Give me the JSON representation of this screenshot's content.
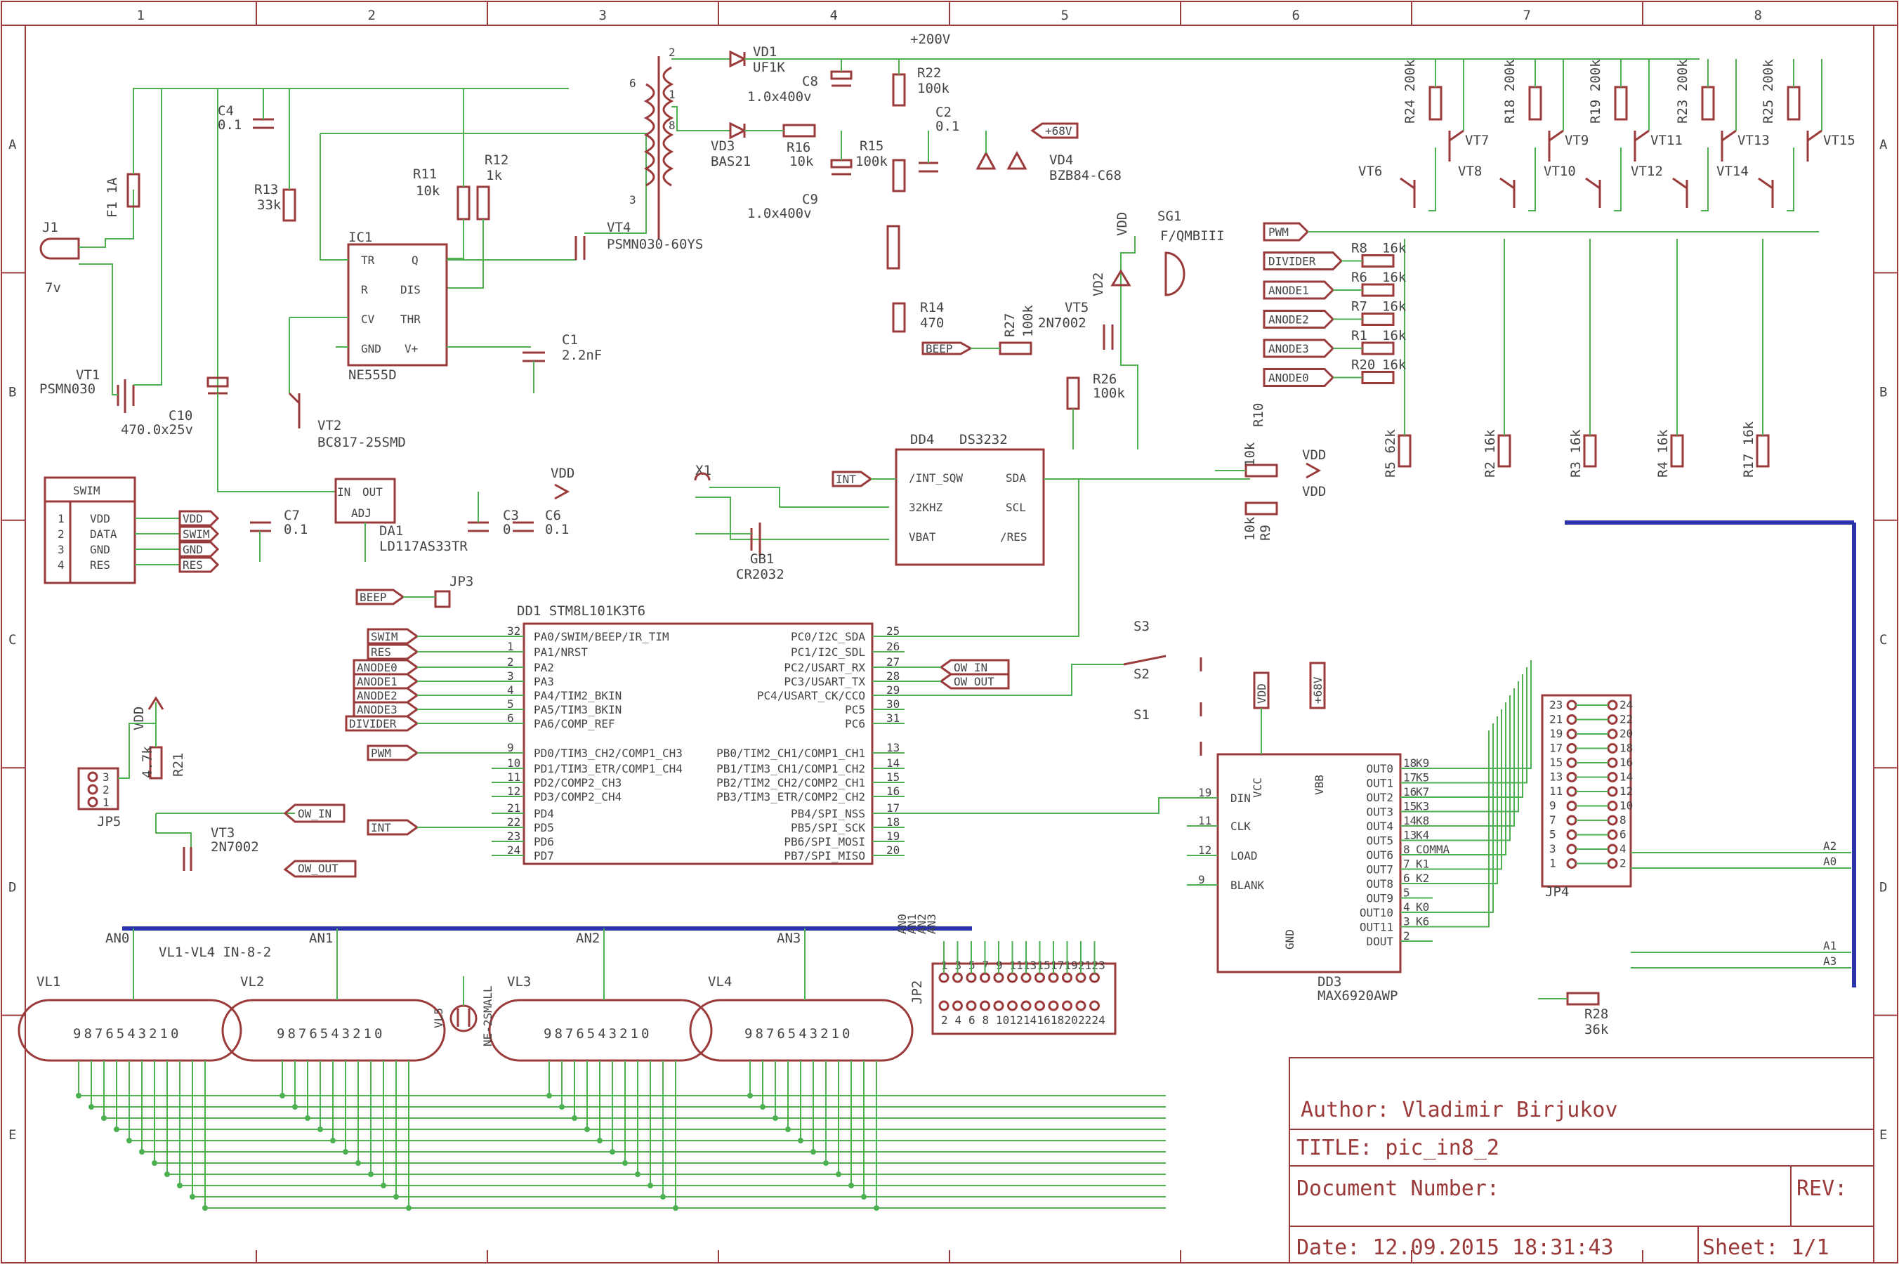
{
  "frame": {
    "columns": [
      "1",
      "2",
      "3",
      "4",
      "5",
      "6",
      "7",
      "8"
    ],
    "rows": [
      "A",
      "B",
      "C",
      "D",
      "E"
    ]
  },
  "title_block": {
    "author": "Author: Vladimir Birjukov",
    "title": "TITLE:  pic_in8_2",
    "document_number": "Document Number:",
    "rev": "REV:",
    "date": "Date: 12.09.2015  18:31:43",
    "sheet": "Sheet: 1/1"
  },
  "components": {
    "j1": [
      "J1",
      "7v"
    ],
    "f1": "F1 1A",
    "c4": [
      "C4",
      "0.1"
    ],
    "r13": [
      "R13",
      "33k"
    ],
    "r11": [
      "R11",
      "10k"
    ],
    "r12": [
      "R12",
      "1k"
    ],
    "ic1": {
      "name": "IC1",
      "part": "NE555D",
      "pins": [
        "TR",
        "Q",
        "R",
        "DIS",
        "CV",
        "THR",
        "GND",
        "V+"
      ]
    },
    "c1": [
      "C1",
      "2.2nF"
    ],
    "vt1": [
      "VT1",
      "PSMN030"
    ],
    "c10": [
      "C10",
      "470.0x25v"
    ],
    "vt2": [
      "VT2",
      "BC817-25SMD"
    ],
    "vt4": [
      "VT4",
      "PSMN030-60YS"
    ],
    "vd1": [
      "VD1",
      "UF1K"
    ],
    "vd3": [
      "VD3",
      "BAS21"
    ],
    "c8": [
      "C8",
      "1.0x400v"
    ],
    "c9": [
      "C9",
      "1.0x400v"
    ],
    "r16": [
      "R16",
      "10k"
    ],
    "r15": [
      "R15",
      "100k"
    ],
    "r22": [
      "R22",
      "100k"
    ],
    "r14": [
      "R14",
      "470"
    ],
    "c2": [
      "C2",
      "0.1"
    ],
    "vd4": [
      "VD4",
      "BZB84-C68"
    ],
    "plus200": "+200V",
    "plus68": "+68V",
    "sg1": [
      "SG1",
      "F/QMBIII",
      "VDD"
    ],
    "vd2": "VD2",
    "vt5": [
      "VT5",
      "2N7002"
    ],
    "r27": [
      "R27",
      "100k"
    ],
    "r26": [
      "R26",
      "100k"
    ],
    "beep_in": "BEEP",
    "swim_box": {
      "title": "SWIM",
      "pins": [
        "1",
        "2",
        "3",
        "4"
      ],
      "signals": [
        "VDD",
        "DATA",
        "GND",
        "RES"
      ],
      "ports": [
        "VDD",
        "SWIM",
        "GND",
        "RES"
      ]
    },
    "c7": [
      "C7",
      "0.1"
    ],
    "da1": [
      "DA1",
      "LD117AS33TR",
      "IN",
      "OUT",
      "ADJ"
    ],
    "c3": [
      "C3",
      "0"
    ],
    "c6": [
      "C6",
      "0.1"
    ],
    "vdd": "VDD",
    "x1": "X1",
    "gb1": [
      "GB1",
      "CR2032"
    ],
    "dd4": {
      "name": "DD4",
      "part": "DS3232",
      "left": [
        "/INT_SQW",
        "32KHZ",
        "VBAT"
      ],
      "right": [
        "SDA",
        "SCL",
        "/RES"
      ],
      "int_port": "INT"
    },
    "r10": [
      "R10",
      "10k"
    ],
    "r9": [
      "R9",
      "10k"
    ],
    "jp3": [
      "JP3",
      "BEEP"
    ],
    "dd1": {
      "name": "DD1  STM8L101K3T6",
      "left": [
        "PA0/SWIM/BEEP/IR_TIM",
        "PA1/NRST",
        "PA2",
        "PA3",
        "PA4/TIM2_BKIN",
        "PA5/TIM3_BKIN",
        "PA6/COMP_REF",
        "PD0/TIM3_CH2/COMP1_CH3",
        "PD1/TIM3_ETR/COMP1_CH4",
        "PD2/COMP2_CH3",
        "PD3/COMP2_CH4",
        "PD4",
        "PD5",
        "PD6",
        "PD7"
      ],
      "left_pins": [
        "32",
        "1",
        "2",
        "3",
        "4",
        "5",
        "6",
        "9",
        "10",
        "11",
        "12",
        "21",
        "22",
        "23",
        "24"
      ],
      "right": [
        "PC0/I2C_SDA",
        "PC1/I2C_SDL",
        "PC2/USART_RX",
        "PC3/USART_TX",
        "PC4/USART_CK/CCO",
        "PC5",
        "PC6",
        "PB0/TIM2_CH1/COMP1_CH1",
        "PB1/TIM3_CH1/COMP1_CH2",
        "PB2/TIM2_CH2/COMP2_CH1",
        "PB3/TIM3_ETR/COMP2_CH2",
        "PB4/SPI_NSS",
        "PB5/SPI_SCK",
        "PB6/SPI_MOSI",
        "PB7/SPI_MISO"
      ],
      "right_pins": [
        "25",
        "26",
        "27",
        "28",
        "29",
        "30",
        "31",
        "13",
        "14",
        "15",
        "16",
        "17",
        "18",
        "19",
        "20"
      ],
      "ports_left": [
        "SWIM",
        "RES",
        "ANODE0",
        "ANODE1",
        "ANODE2",
        "ANODE3",
        "DIVIDER",
        "PWM",
        "INT"
      ],
      "ports_right": [
        "OW_IN",
        "OW_OUT"
      ]
    },
    "switches": [
      "S3",
      "S2",
      "S1"
    ],
    "dd3": {
      "name": "DD3",
      "part": "MAX6920AWP",
      "left": [
        "DIN",
        "CLK",
        "LOAD",
        "BLANK"
      ],
      "left_pins": [
        "19",
        "11",
        "12",
        "9"
      ],
      "top": [
        "VCC",
        "VBB"
      ],
      "bottom": "GND",
      "right": [
        "OUT0",
        "OUT1",
        "OUT2",
        "OUT3",
        "OUT4",
        "OUT5",
        "OUT6",
        "OUT7",
        "OUT8",
        "OUT9",
        "OUT10",
        "OUT11",
        "DOUT"
      ],
      "right_pins": [
        "18",
        "17",
        "16",
        "15",
        "14",
        "13",
        "8",
        "7",
        "6",
        "5",
        "4",
        "3",
        "2"
      ],
      "nets": [
        "K9",
        "K5",
        "K7",
        "K3",
        "K8",
        "K4",
        "COMMA",
        "K1",
        "K2",
        "K0",
        "K6"
      ],
      "vdd": "VDD",
      "v68": "+68V"
    },
    "jp4": "JP4",
    "r28": [
      "R28",
      "36k"
    ],
    "anode_drivers": {
      "top_res": [
        "R24 200k",
        "R18 200k",
        "R19 200k",
        "R23 200k",
        "R25 200k"
      ],
      "npn": [
        "VT7",
        "VT9",
        "VT11",
        "VT13",
        "VT15"
      ],
      "pnp": [
        "VT6",
        "VT8",
        "VT10",
        "VT12",
        "VT14"
      ],
      "inputs": [
        "PWM",
        "DIVIDER",
        "ANODE1",
        "ANODE2",
        "ANODE3",
        "ANODE0"
      ],
      "in_res": [
        "R8",
        "R6",
        "R7",
        "R1",
        "R20"
      ],
      "in_val": "16k",
      "bot_res": [
        "R5 62k",
        "R2 16k",
        "R3 16k",
        "R4 16k",
        "R17 16k"
      ],
      "outs": [
        "A2",
        "A0",
        "A1",
        "A3"
      ]
    },
    "jp5": [
      "JP5",
      "VDD",
      "R21",
      "4.7k"
    ],
    "vt3": [
      "VT3",
      "2N7002"
    ],
    "ow": [
      "OW_IN",
      "OW_OUT"
    ],
    "tubes": {
      "note": "VL1-VL4 IN-8-2",
      "names": [
        "VL1",
        "VL2",
        "VL3",
        "VL4"
      ],
      "anodes": [
        "AN0",
        "AN1",
        "AN2",
        "AN3"
      ],
      "digits": "9876543210",
      "comma": [
        "VL5",
        "NE-2SMALL"
      ],
      "jp2": "JP2"
    }
  }
}
